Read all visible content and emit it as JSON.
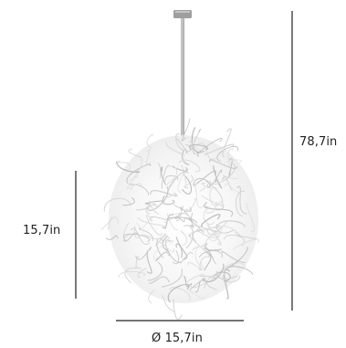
{
  "dimensions": {
    "total_height": "78,7in",
    "shade_height": "15,7in",
    "diameter": "Ø 15,7in"
  },
  "colors": {
    "line": "#222222",
    "rod": "#b9b9b9",
    "canopy": "#9e9e9e",
    "wire": "#c9c9c9"
  }
}
